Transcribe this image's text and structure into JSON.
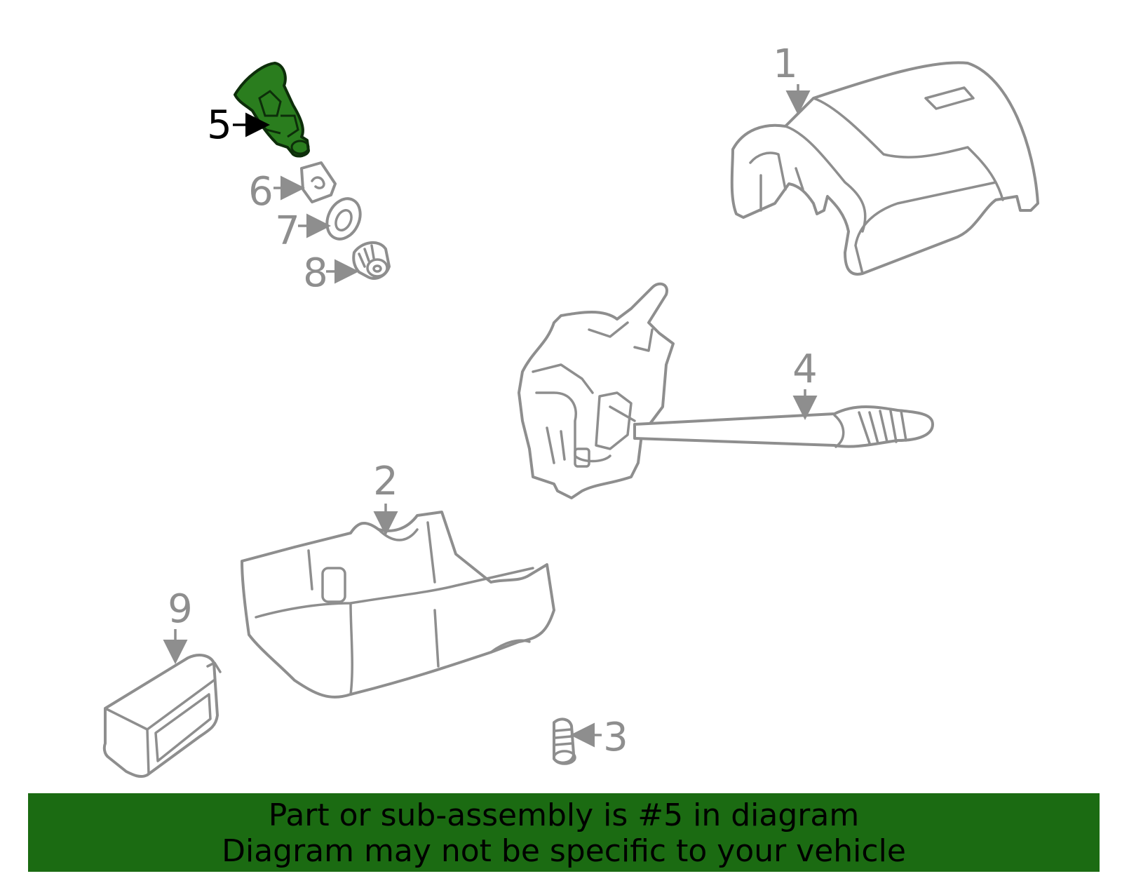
{
  "colors": {
    "line": "#8e8e8e",
    "highlight_fill": "#2a7d1e",
    "banner_bg": "#1b6b12",
    "banner_text": "#000000"
  },
  "callouts": [
    {
      "id": "1",
      "label": "1",
      "part": "upper-column-cover"
    },
    {
      "id": "2",
      "label": "2",
      "part": "lower-column-cover"
    },
    {
      "id": "3",
      "label": "3",
      "part": "screw"
    },
    {
      "id": "4",
      "label": "4",
      "part": "combination-switch"
    },
    {
      "id": "5",
      "label": "5",
      "part": "knob",
      "highlighted": true
    },
    {
      "id": "6",
      "label": "6",
      "part": "clip"
    },
    {
      "id": "7",
      "label": "7",
      "part": "washer"
    },
    {
      "id": "8",
      "label": "8",
      "part": "nut"
    },
    {
      "id": "9",
      "label": "9",
      "part": "bracket"
    }
  ],
  "banner": {
    "line1": "Part or sub-assembly is #5 in diagram",
    "line2": "Diagram may not be specific to your vehicle"
  }
}
